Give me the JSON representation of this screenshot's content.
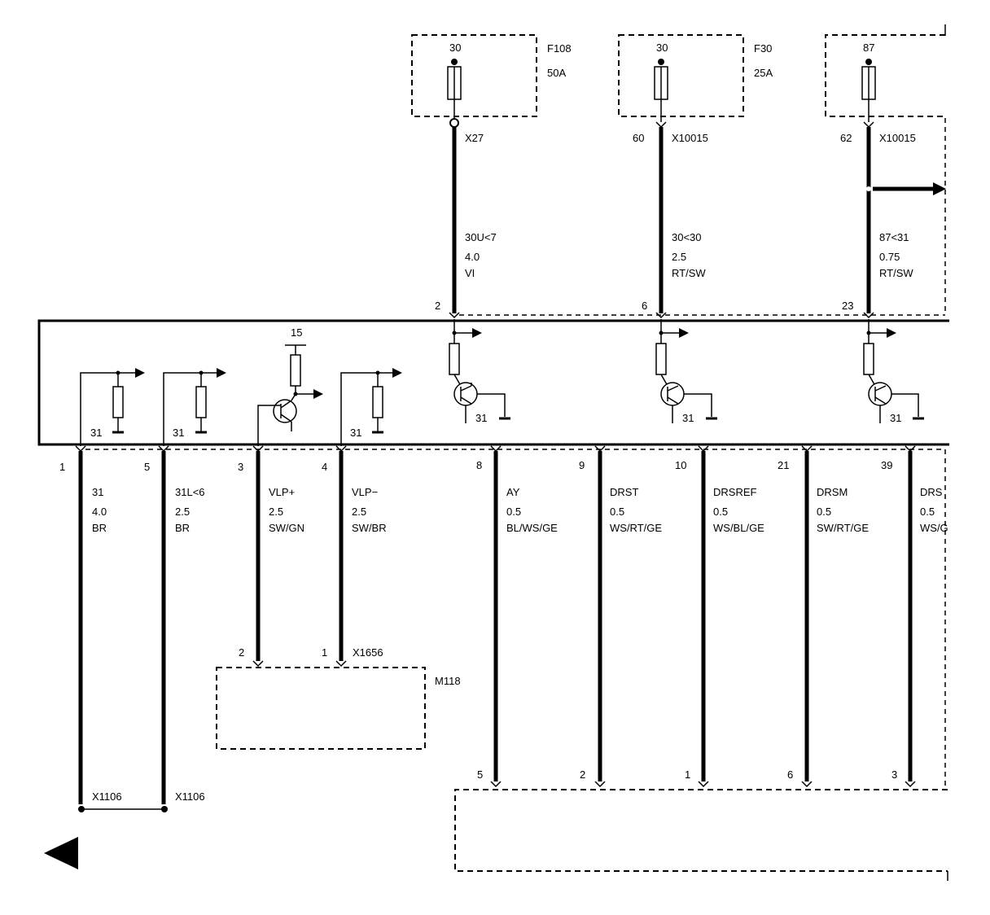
{
  "fuses": [
    {
      "pin": "30",
      "id": "F108",
      "rating": "50A",
      "connector": "X27",
      "connector_pin": "",
      "wire_code": "30U<7",
      "wire_size": "4.0",
      "wire_color": "VI",
      "module_pin": "2"
    },
    {
      "pin": "30",
      "id": "F30",
      "rating": "25A",
      "connector": "X10015",
      "connector_pin": "60",
      "wire_code": "30<30",
      "wire_size": "2.5",
      "wire_color": "RT/SW",
      "module_pin": "6"
    },
    {
      "pin": "87",
      "id": "",
      "rating": "",
      "connector": "X10015",
      "connector_pin": "62",
      "wire_code": "87<31",
      "wire_size": "0.75",
      "wire_color": "RT/SW",
      "module_pin": "23"
    }
  ],
  "module": {
    "supply_label": "15",
    "ground_labels": [
      "31",
      "31",
      "31",
      "31",
      "31",
      "31"
    ]
  },
  "bottom_wires": [
    {
      "pin": "1",
      "code": "31",
      "size": "4.0",
      "color": "BR",
      "end_pin": "",
      "end_connector": "X1106"
    },
    {
      "pin": "5",
      "code": "31L<6",
      "size": "2.5",
      "color": "BR",
      "end_pin": "",
      "end_connector": "X1106"
    },
    {
      "pin": "3",
      "code": "VLP+",
      "size": "2.5",
      "color": "SW/GN",
      "end_pin": "2",
      "end_connector": ""
    },
    {
      "pin": "4",
      "code": "VLP−",
      "size": "2.5",
      "color": "SW/BR",
      "end_pin": "1",
      "end_connector": "X1656"
    },
    {
      "pin": "8",
      "code": "AY",
      "size": "0.5",
      "color": "BL/WS/GE",
      "end_pin": "5",
      "end_connector": ""
    },
    {
      "pin": "9",
      "code": "DRST",
      "size": "0.5",
      "color": "WS/RT/GE",
      "end_pin": "2",
      "end_connector": ""
    },
    {
      "pin": "10",
      "code": "DRSREF",
      "size": "0.5",
      "color": "WS/BL/GE",
      "end_pin": "1",
      "end_connector": ""
    },
    {
      "pin": "21",
      "code": "DRSM",
      "size": "0.5",
      "color": "SW/RT/GE",
      "end_pin": "6",
      "end_connector": ""
    },
    {
      "pin": "39",
      "code": "DRS",
      "size": "0.5",
      "color": "WS/G",
      "end_pin": "3",
      "end_connector": ""
    }
  ],
  "motor": {
    "id": "M118"
  },
  "nav": {
    "back_icon": "triangle-left-icon"
  }
}
